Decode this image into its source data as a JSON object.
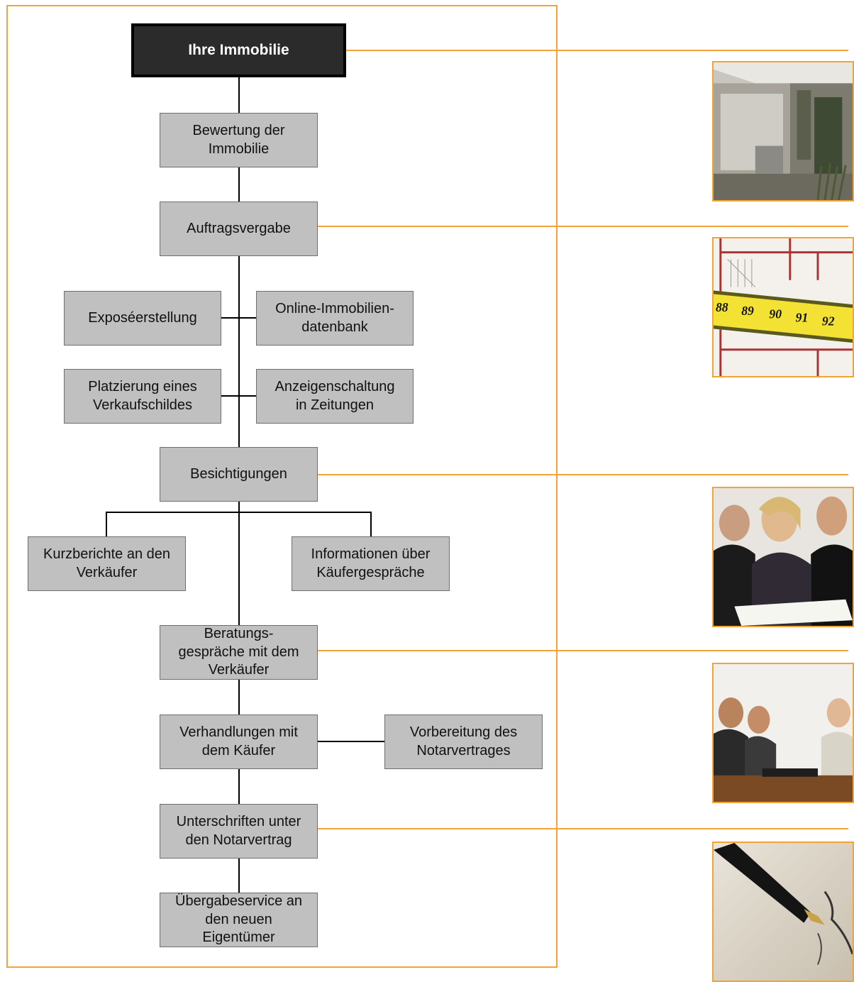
{
  "diagram": {
    "root": "Ihre Immobilie",
    "steps": {
      "bewertung": [
        "Bewertung der",
        "Immobilie"
      ],
      "auftragsvergabe": [
        "Auftragsvergabe"
      ],
      "expose": [
        "Exposéerstellung"
      ],
      "online": [
        "Online-Immobilien-",
        "datenbank"
      ],
      "platzierung": [
        "Platzierung eines",
        "Verkaufschildes"
      ],
      "anzeigen": [
        "Anzeigenschaltung",
        "in Zeitungen"
      ],
      "besichtigungen": [
        "Besichtigungen"
      ],
      "kurzberichte": [
        "Kurzberichte an den",
        "Verkäufer"
      ],
      "informationen": [
        "Informationen über",
        "Käufergespräche"
      ],
      "beratung": [
        "Beratungs-",
        "gespräche mit dem",
        "Verkäufer"
      ],
      "verhandlungen": [
        "Verhandlungen mit",
        "dem Käufer"
      ],
      "vorbereitung": [
        "Vorbereitung des",
        "Notarvertrages"
      ],
      "unterschriften": [
        "Unterschriften unter",
        "den Notarvertrag"
      ],
      "uebergabe": [
        "Übergabeservice an",
        "den neuen",
        "Eigentümer"
      ]
    }
  },
  "tape_numbers": [
    "88",
    "89",
    "90",
    "91",
    "92"
  ],
  "colors": {
    "frame": "#f2a43a",
    "box": "#c0c0c0",
    "root": "#2b2b2b"
  }
}
